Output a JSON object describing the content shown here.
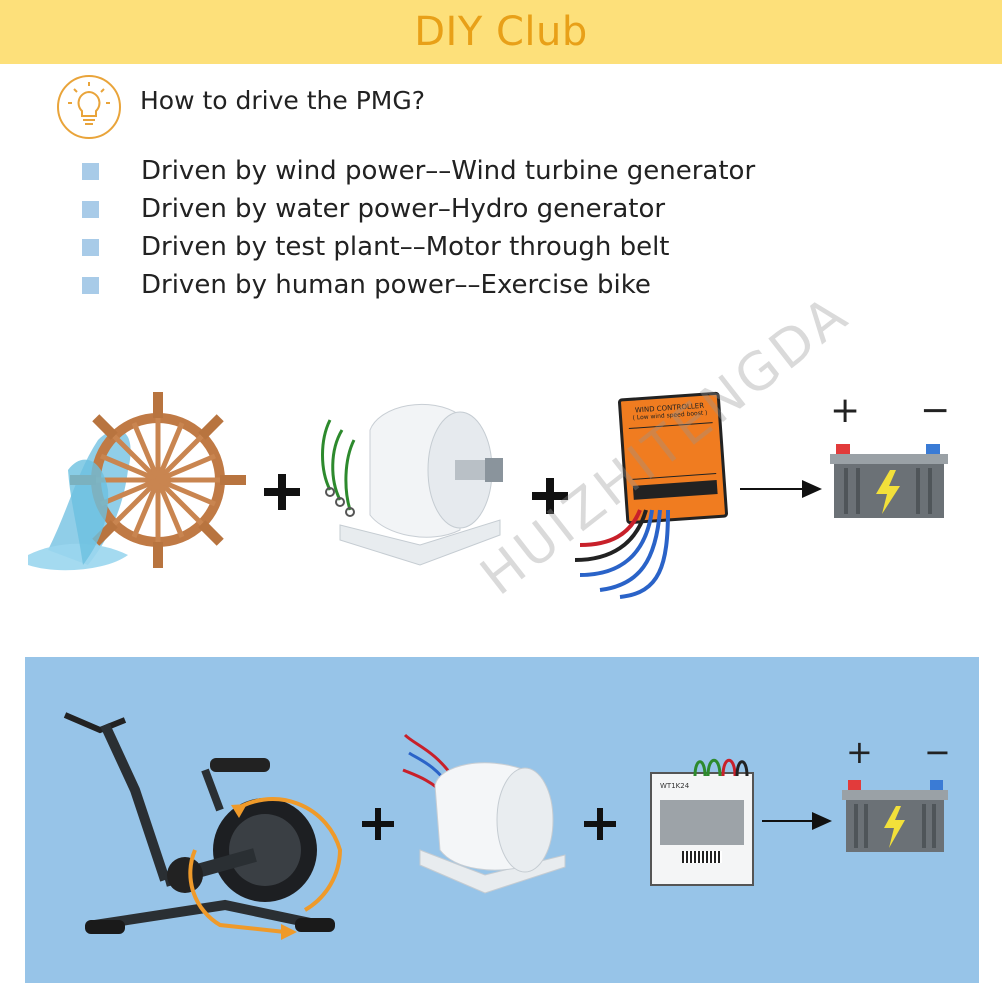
{
  "banner": {
    "title": "DIY Club"
  },
  "section": {
    "heading": "How to drive the PMG?"
  },
  "methods": [
    "Driven by wind power––Wind turbine generator",
    "Driven by water power–Hydro generator",
    "Driven by test plant––Motor through belt",
    "Driven by human power––Exercise bike"
  ],
  "symbols": {
    "plus": "+",
    "minus": "−"
  },
  "controller_top": {
    "header": "WIND CONTROLLER",
    "subheader": "( Low wind speed boost )"
  },
  "controller_bottom": {
    "model": "WT1K24"
  },
  "watermark": "HUIZHITENGDA",
  "colors": {
    "banner_bg": "#fde07a",
    "banner_text": "#e8a018",
    "bullet": "#a8cbe8",
    "panel_bg": "#97c4e8",
    "controller_orange": "#f07c20"
  }
}
